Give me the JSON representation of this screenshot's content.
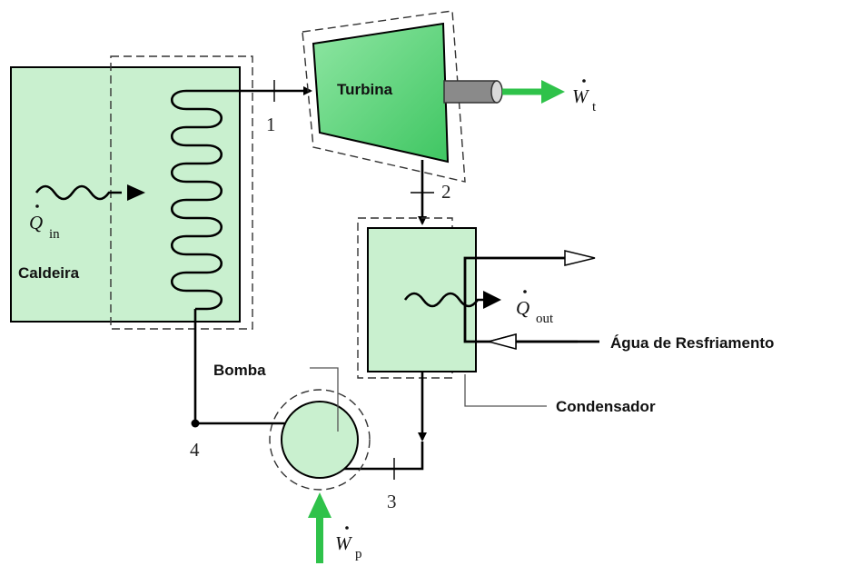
{
  "labels": {
    "turbine": "Turbina",
    "boiler": "Caldeira",
    "pump": "Bomba",
    "condenser": "Condensador",
    "cooling_water": "Água de Resfriamento"
  },
  "states": [
    "1",
    "2",
    "3",
    "4"
  ],
  "quantities": {
    "turbine_work": {
      "symbol": "W",
      "subscript": "t"
    },
    "heat_in": {
      "symbol": "Q",
      "subscript": "in"
    },
    "heat_out": {
      "symbol": "Q",
      "subscript": "out"
    },
    "pump_work": {
      "symbol": "W",
      "subscript": "p"
    }
  },
  "colors": {
    "component_fill": "#c9f0cf",
    "turbine_fill": "#5ad67a",
    "arrow_green": "#2fc24a",
    "shaft_grey": "#8a8a8a"
  }
}
